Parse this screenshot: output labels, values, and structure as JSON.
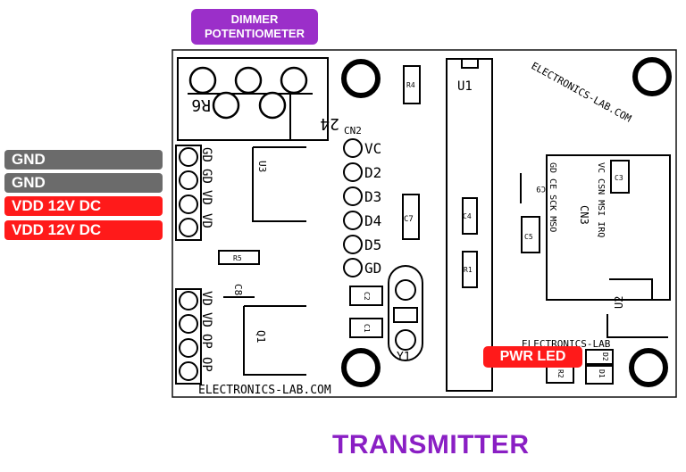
{
  "callouts": {
    "dimmer": [
      "DIMMER",
      "POTENTIOMETER"
    ],
    "pwr_led": "PWR LED"
  },
  "left_labels": [
    "GND",
    "GND",
    "VDD 12V DC",
    "VDD 12V DC"
  ],
  "title": "TRANSMITTER",
  "board": {
    "brand_top": "ELECTRONICS-LAB.COM",
    "brand_bottom": "ELECTRONICS-LAB.COM",
    "brand_small": "ELECTRONICS-LAB",
    "r6": "R6",
    "n24": "24",
    "cn2": "CN2",
    "cn2_pins": [
      "VC",
      "D2",
      "D3",
      "D4",
      "D5",
      "GD"
    ],
    "left_header_pins": [
      "GD",
      "GD",
      "VD",
      "VD"
    ],
    "lower_header_pins": [
      "VD",
      "VD",
      "OP",
      "OP"
    ],
    "u1": "U1",
    "u2": "U2",
    "u3": "U3",
    "q1": "Q1",
    "y1": "Y1",
    "cn3": "CN3",
    "cn3_pins_a": "GD CE SCK MSO",
    "cn3_pins_b": "VC CSN MSI IRQ",
    "r1": "R1",
    "r2": "R2",
    "r4": "R4",
    "r5": "R5",
    "c1": "C1",
    "c2": "C2",
    "c3": "C3",
    "c4": "C4",
    "c5": "C5",
    "c7": "C7",
    "d1": "D1",
    "d2": "D2",
    "c8": "C8",
    "c9": "C9"
  },
  "colors": {
    "purple": "#9b2fc9",
    "red": "#ff1a1a",
    "gray": "#6b6b6b",
    "title": "#8a1fc4"
  }
}
